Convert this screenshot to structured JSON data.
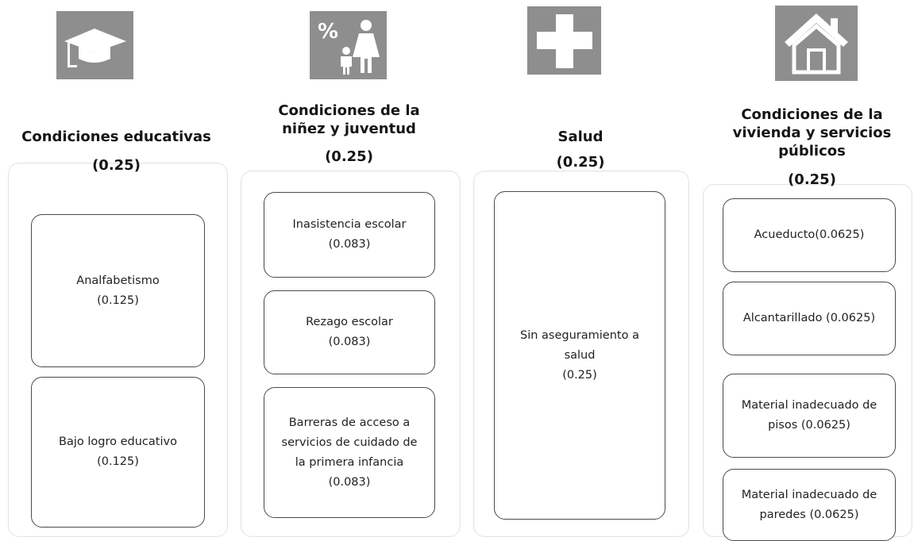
{
  "dimensions": [
    {
      "icon": "graduation-cap-icon",
      "title": "Condiciones educativas",
      "weight": "(0.25)",
      "indicators": [
        {
          "label": "Analfabetismo",
          "weight": "(0.125)"
        },
        {
          "label": "Bajo logro educativo",
          "weight": "(0.125)"
        }
      ]
    },
    {
      "icon": "child-percent-icon",
      "title": "Condiciones de la niñez y juventud",
      "weight": "(0.25)",
      "indicators": [
        {
          "label": "Inasistencia escolar",
          "weight": "(0.083)"
        },
        {
          "label": "Rezago escolar",
          "weight": "(0.083)"
        },
        {
          "label": "Barreras de acceso a servicios de cuidado de la primera infancia",
          "weight": "(0.083)"
        }
      ]
    },
    {
      "icon": "health-cross-icon",
      "title": "Salud",
      "weight": "(0.25)",
      "indicators": [
        {
          "label": "Sin aseguramiento a salud",
          "weight": "(0.25)"
        }
      ]
    },
    {
      "icon": "house-icon",
      "title": "Condiciones de la vivienda y servicios públicos",
      "weight": "(0.25)",
      "indicators": [
        {
          "label": "Acueducto(0.0625)",
          "weight": ""
        },
        {
          "label": "Alcantarillado (0.0625)",
          "weight": ""
        },
        {
          "label": "Material inadecuado de pisos (0.0625)",
          "weight": ""
        },
        {
          "label": "Material inadecuado de paredes (0.0625)",
          "weight": ""
        }
      ]
    }
  ]
}
